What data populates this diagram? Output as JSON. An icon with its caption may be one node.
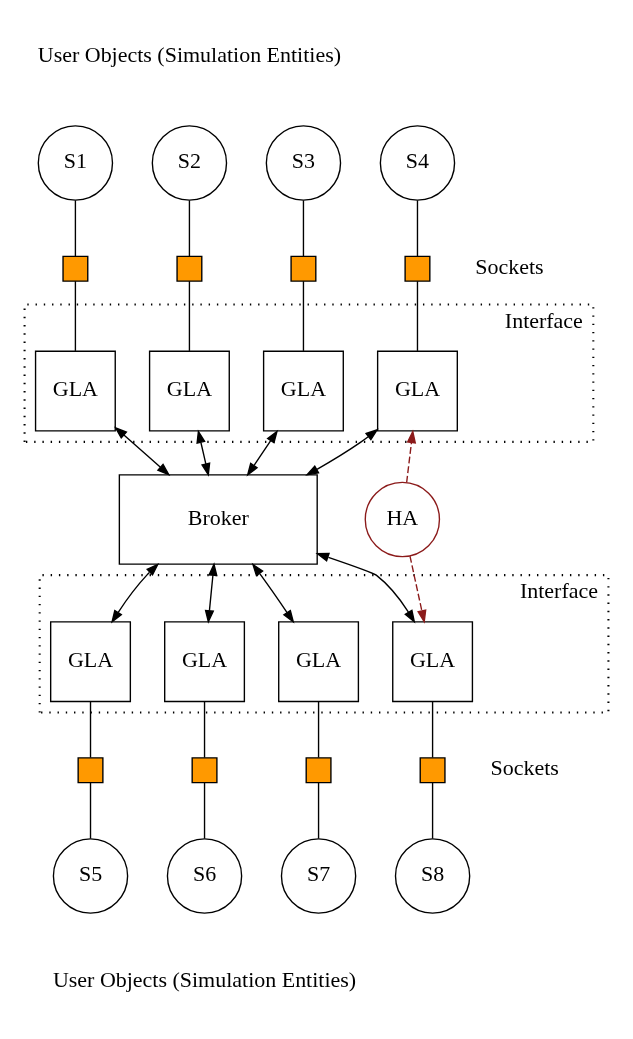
{
  "diagram": {
    "nodes": [
      {
        "text": [
          "S1"
        ]
      },
      {
        "text": [
          "S2"
        ]
      },
      {
        "text": [
          "S3"
        ]
      },
      {
        "text": [
          "S4"
        ]
      },
      {
        "text": [],
        "shape": "box"
      },
      {
        "text": [],
        "shape": "box"
      },
      {
        "text": [],
        "shape": "box"
      },
      {
        "text": [],
        "shape": "box"
      },
      {
        "text": [
          "Interface"
        ]
      },
      {
        "text": [
          "GLA"
        ],
        "in": 8
      },
      {
        "text": [
          "GLA"
        ],
        "in": 8
      },
      {
        "text": [
          "GLA"
        ],
        "in": 8
      },
      {
        "text": [
          "GLA"
        ],
        "in": 8
      },
      {
        "text": [
          "Broker"
        ]
      },
      {
        "text": [
          "HA"
        ]
      },
      {
        "text": [
          "Interface"
        ]
      },
      {
        "text": [
          "GLA"
        ],
        "in": 15
      },
      {
        "text": [
          "GLA"
        ],
        "in": 15
      },
      {
        "text": [
          "GLA"
        ],
        "in": 15
      },
      {
        "text": [
          "GLA"
        ],
        "in": 15
      },
      {
        "text": [],
        "shape": "box"
      },
      {
        "text": [],
        "shape": "box"
      },
      {
        "text": [],
        "shape": "box"
      },
      {
        "text": [],
        "shape": "box"
      },
      {
        "text": [
          "S5"
        ]
      },
      {
        "text": [
          "S6"
        ]
      },
      {
        "text": [
          "S7"
        ]
      },
      {
        "text": [
          "S8"
        ]
      }
    ],
    "edges": [
      {
        "from": 0,
        "to": 4,
        "arrow": "none"
      },
      {
        "from": 1,
        "to": 5,
        "arrow": "none"
      },
      {
        "from": 2,
        "to": 6,
        "arrow": "none"
      },
      {
        "from": 3,
        "to": 7,
        "arrow": "none"
      },
      {
        "from": 4,
        "to": 9,
        "arrow": "none"
      },
      {
        "from": 5,
        "to": 10,
        "arrow": "none"
      },
      {
        "from": 6,
        "to": 11,
        "arrow": "none"
      },
      {
        "from": 7,
        "to": 12,
        "arrow": "none"
      },
      {
        "from": 9,
        "to": 13,
        "arrow": "both"
      },
      {
        "from": 10,
        "to": 13,
        "arrow": "both"
      },
      {
        "from": 11,
        "to": 13,
        "arrow": "both"
      },
      {
        "from": 12,
        "to": 13,
        "arrow": "both"
      },
      {
        "from": 14,
        "to": 12,
        "arrow": "to",
        "style": "dashed",
        "color": "#8b1a1a"
      },
      {
        "from": 13,
        "to": 16,
        "arrow": "both"
      },
      {
        "from": 13,
        "to": 17,
        "arrow": "both"
      },
      {
        "from": 13,
        "to": 18,
        "arrow": "both"
      },
      {
        "from": 13,
        "to": 19,
        "arrow": "both"
      },
      {
        "from": 14,
        "to": 19,
        "arrow": "to",
        "style": "dashed",
        "color": "#8b1a1a"
      },
      {
        "from": 16,
        "to": 20,
        "arrow": "none"
      },
      {
        "from": 17,
        "to": 21,
        "arrow": "none"
      },
      {
        "from": 18,
        "to": 22,
        "arrow": "none"
      },
      {
        "from": 19,
        "to": 23,
        "arrow": "none"
      },
      {
        "from": 20,
        "to": 24,
        "arrow": "none"
      },
      {
        "from": 21,
        "to": 25,
        "arrow": "none"
      },
      {
        "from": 22,
        "to": 26,
        "arrow": "none"
      },
      {
        "from": 23,
        "to": 27,
        "arrow": "none"
      }
    ],
    "labels": [
      "User Objects (Simulation Entities)",
      "Sockets",
      "Sockets",
      "User Objects (Simulation Entities)"
    ]
  }
}
